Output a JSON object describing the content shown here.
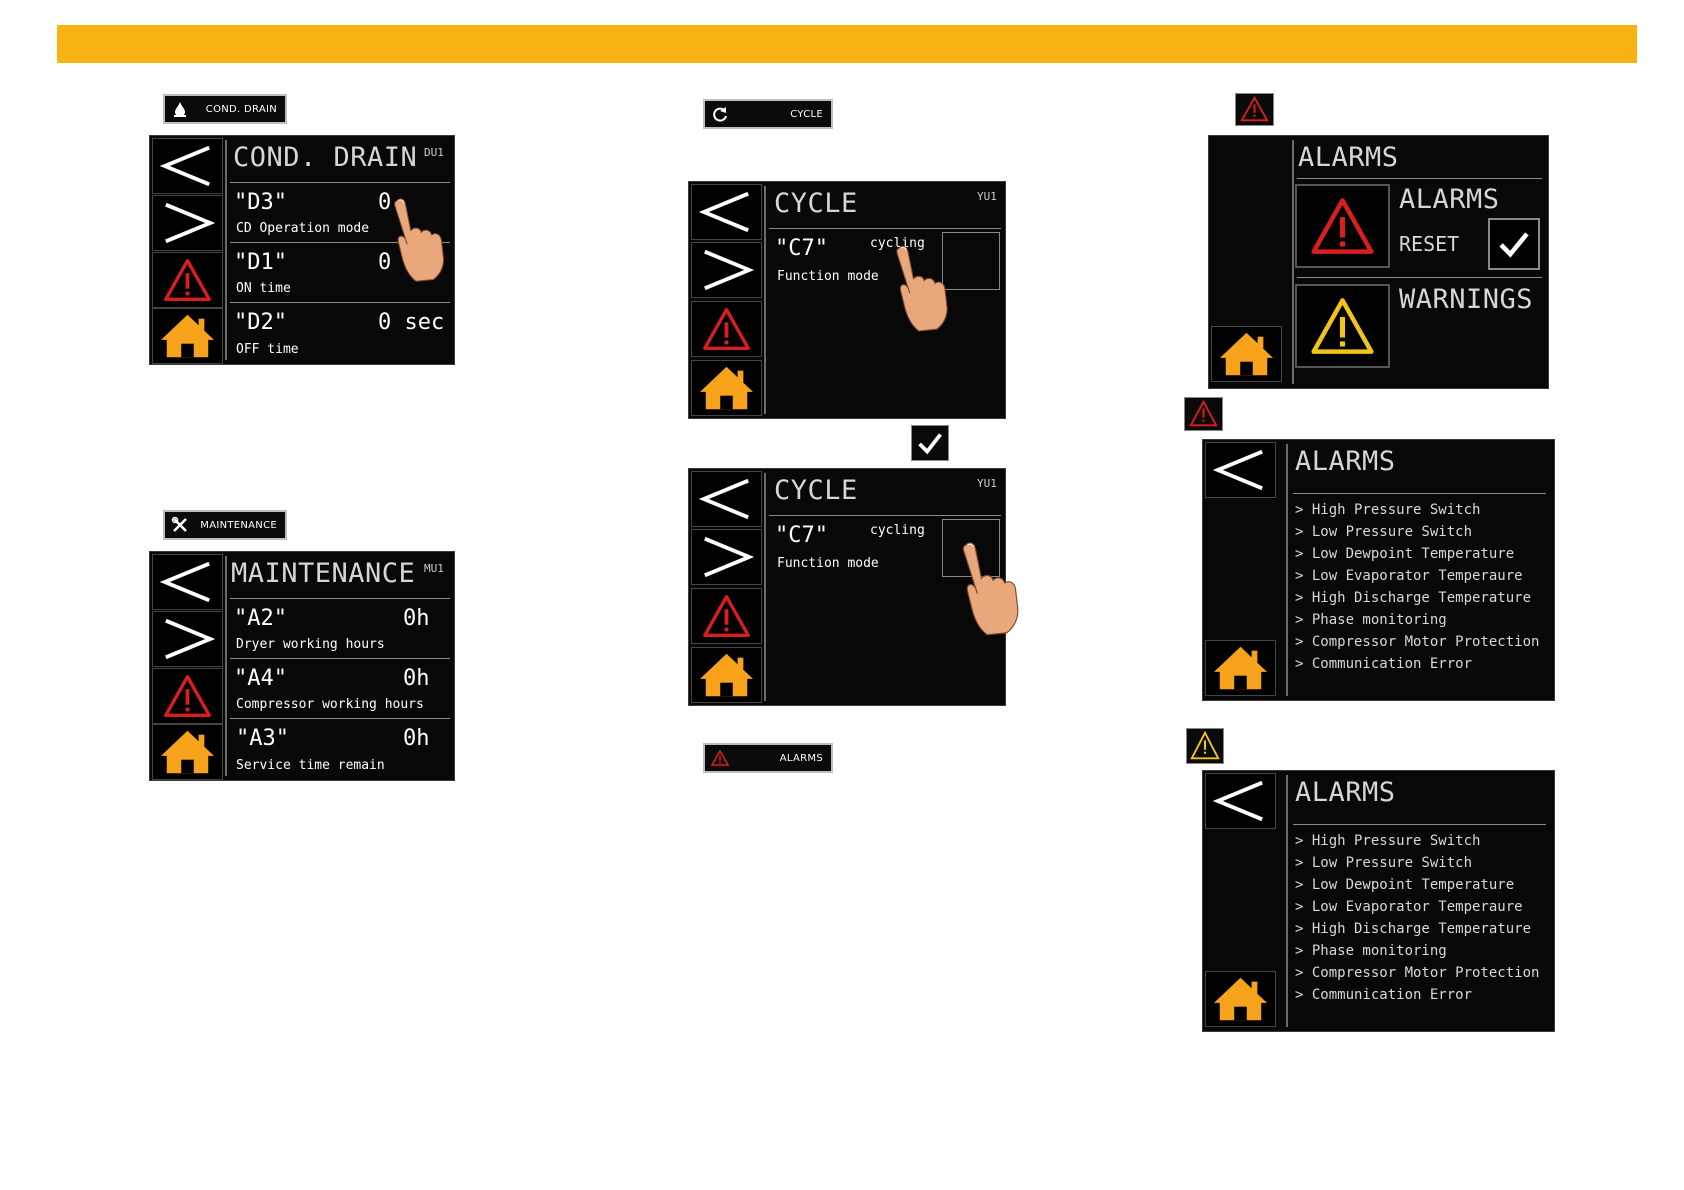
{
  "colors": {
    "accent": "#f8b213",
    "screen_bg": "#080808",
    "alarm_red": "#d81e1e",
    "warning_yellow": "#f0c419",
    "home_orange": "#f6a21b"
  },
  "cond_drain": {
    "button_label": "COND. DRAIN",
    "title": "COND. DRAIN",
    "code": "DU1",
    "params": [
      {
        "code": "\"D3\"",
        "desc": "CD Operation mode",
        "value": "0"
      },
      {
        "code": "\"D1\"",
        "desc": "ON time",
        "value": "0 s"
      },
      {
        "code": "\"D2\"",
        "desc": "OFF time",
        "value": "0 sec"
      }
    ]
  },
  "maintenance": {
    "button_label": "MAINTENANCE",
    "title": "MAINTENANCE",
    "code": "MU1",
    "params": [
      {
        "code": "\"A2\"",
        "desc": "Dryer working hours",
        "value": "0h"
      },
      {
        "code": "\"A4\"",
        "desc": "Compressor working hours",
        "value": "0h"
      },
      {
        "code": "\"A3\"",
        "desc": "Service time remain",
        "value": "0h"
      }
    ]
  },
  "cycle": {
    "button_label": "CYCLE",
    "title": "CYCLE",
    "code": "YU1",
    "param_code": "\"C7\"",
    "param_desc": "Function mode",
    "param_state": "cycling"
  },
  "alarms_button_label": "ALARMS",
  "alarms_menu": {
    "title": "ALARMS",
    "alarms_tile_label": "ALARMS",
    "reset_label": "RESET",
    "warnings_label": "WARNINGS"
  },
  "alarm_list": {
    "title": "ALARMS",
    "items": [
      "> High Pressure Switch",
      "> Low Pressure Switch",
      "> Low Dewpoint Temperature",
      "> Low Evaporator Temperaure",
      "> High Discharge Temperature",
      "> Phase monitoring",
      "> Compressor Motor Protection",
      "> Communication Error"
    ]
  },
  "warning_list": {
    "title": "ALARMS",
    "items": [
      "> High Pressure Switch",
      "> Low Pressure Switch",
      "> Low Dewpoint Temperature",
      "> Low Evaporator Temperaure",
      "> High Discharge Temperature",
      "> Phase monitoring",
      "> Compressor Motor Protection",
      "> Communication Error"
    ]
  }
}
